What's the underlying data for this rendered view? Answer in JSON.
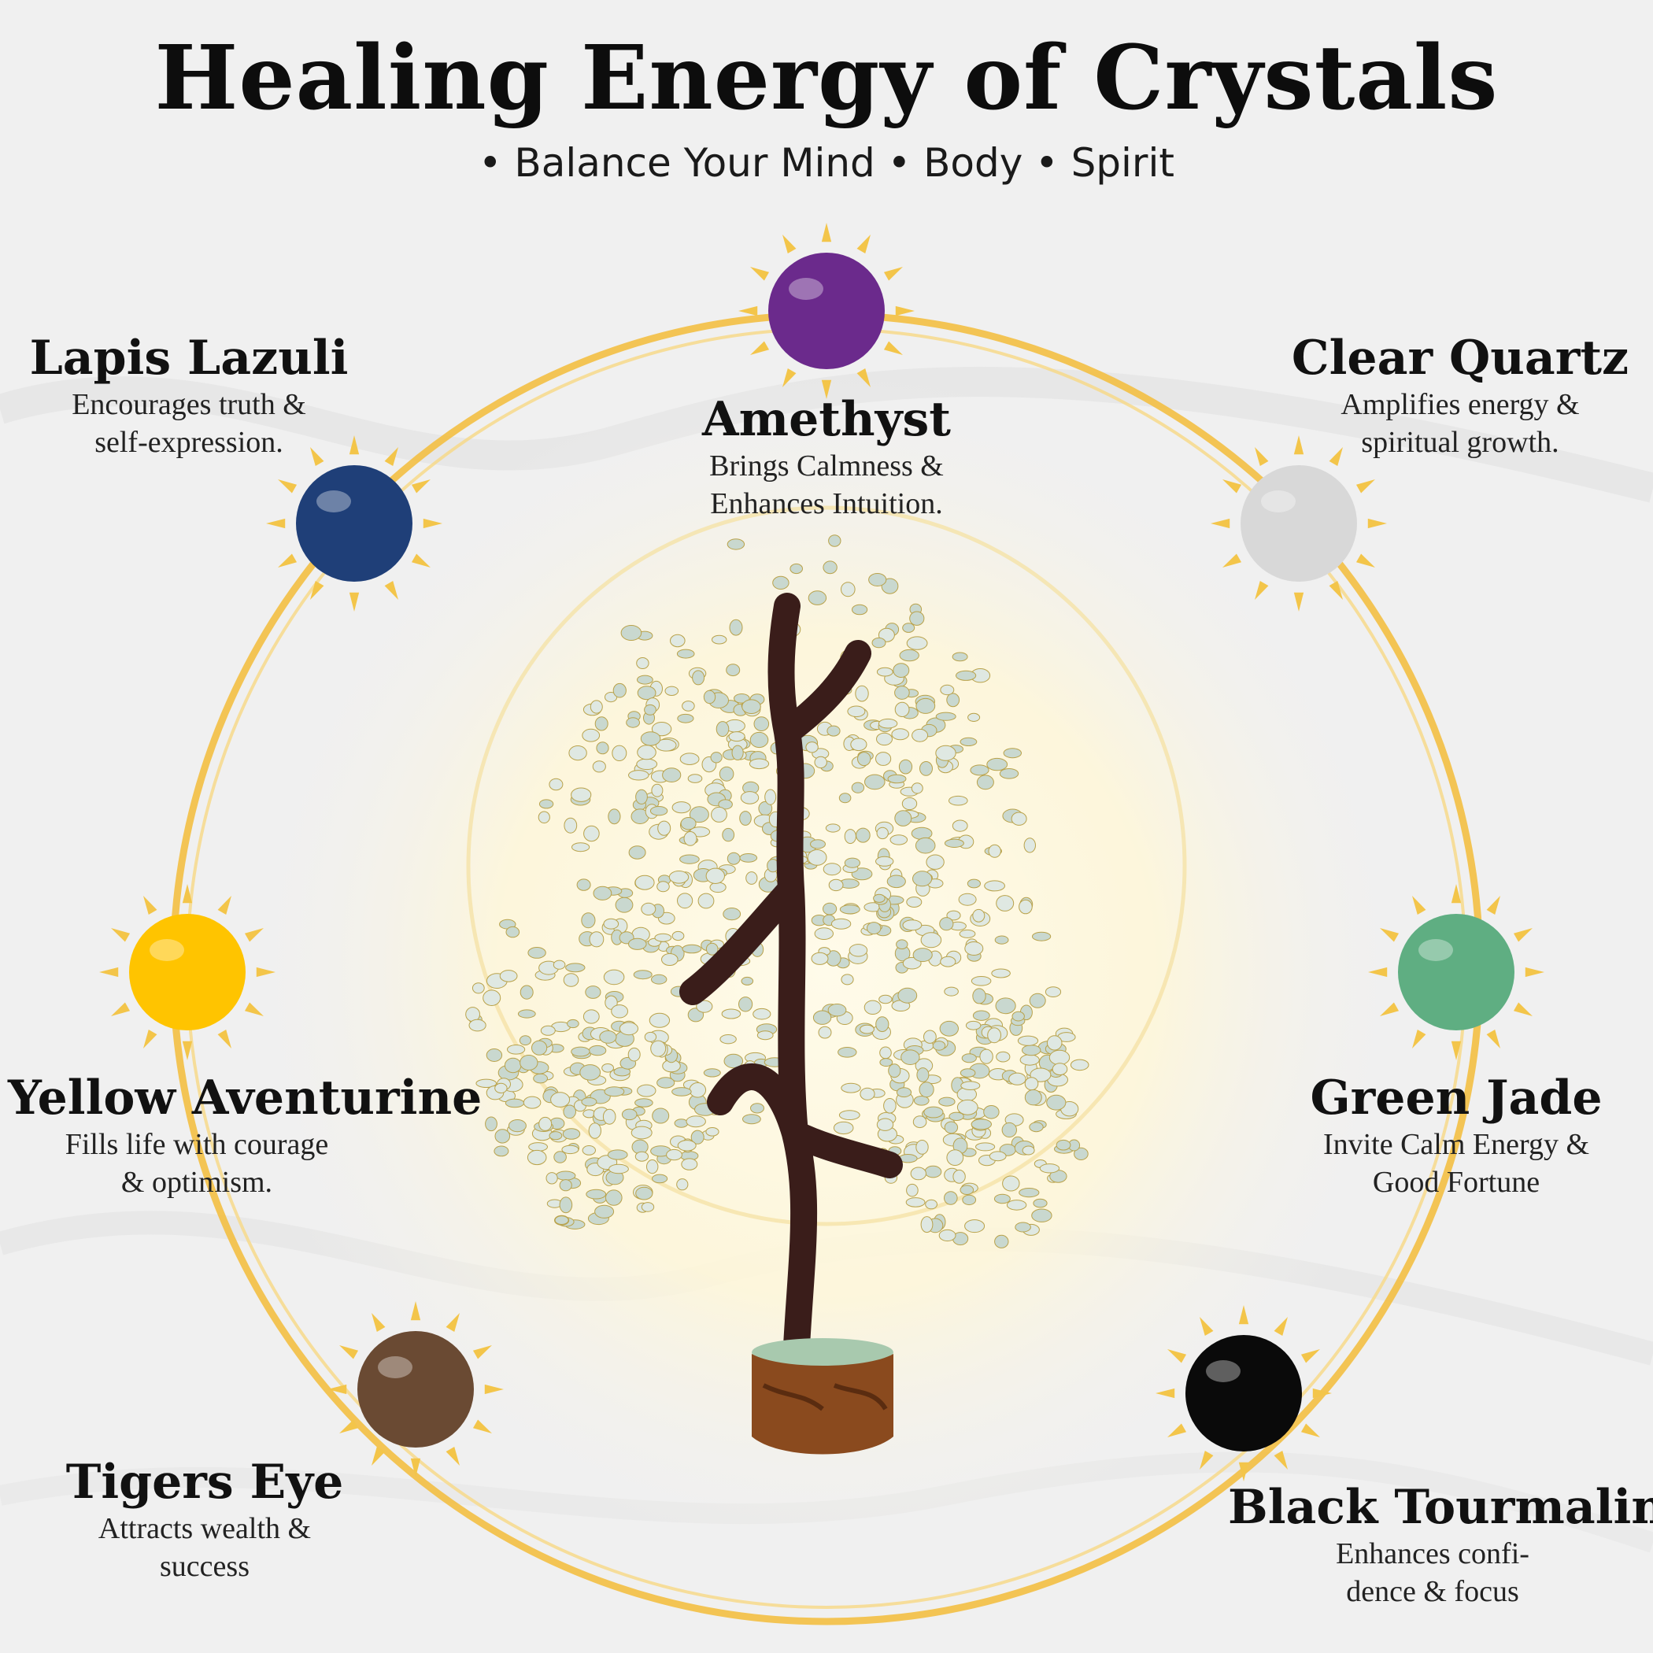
{
  "header": {
    "title": "Healing Energy of Crystals",
    "subtitle": "• Balance Your Mind • Body • Spirit"
  },
  "crystals": [
    {
      "name": "Amethyst",
      "desc_lines": [
        "Brings Calmness &",
        "Enhances Intuition."
      ],
      "color": "#6b2a8c"
    },
    {
      "name": "Lapis Lazuli",
      "desc_lines": [
        "Encourages truth &",
        "self-expression."
      ],
      "color": "#1f3f78"
    },
    {
      "name": "Clear Quartz",
      "desc_lines": [
        "Amplifies energy &",
        "spiritual growth."
      ],
      "color": "#d8d8d8"
    },
    {
      "name": "Yellow Aventurine",
      "desc_lines": [
        "Fills life with courage",
        "& optimism."
      ],
      "color": "#ffc400"
    },
    {
      "name": "Green Jade",
      "desc_lines": [
        "Invite Calm Energy &",
        "Good Fortune"
      ],
      "color": "#5fae82"
    },
    {
      "name": "Tigers Eye",
      "desc_lines": [
        "Attracts wealth &",
        "success"
      ],
      "color": "#6a4a33"
    },
    {
      "name": "Black Tourmaline",
      "desc_lines": [
        "Enhances confi-",
        "dence & focus"
      ],
      "color": "#0a0a0a"
    }
  ],
  "accent_colors": {
    "ring": "#f2c14b",
    "rays": "#f3c54a",
    "trunk": "#3a1d1a",
    "base": "#8a4a1e"
  }
}
